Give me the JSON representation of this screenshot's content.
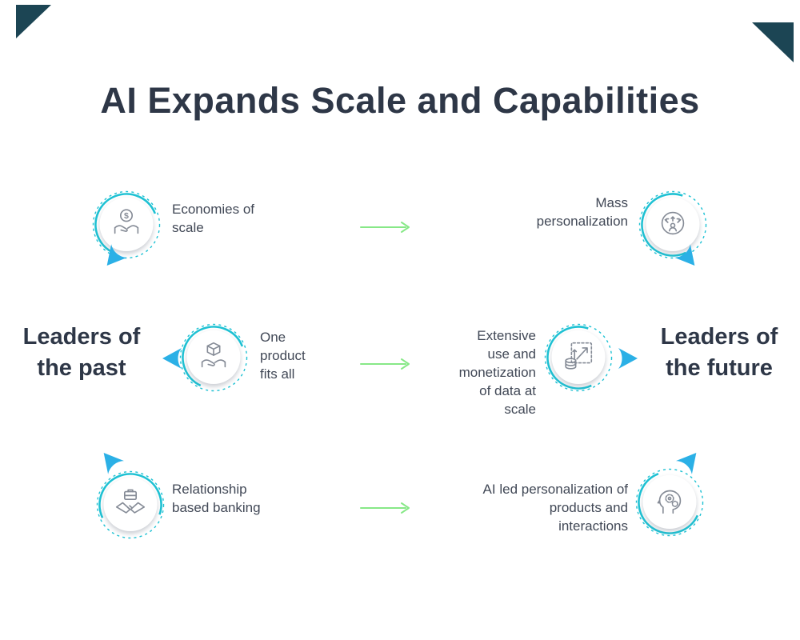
{
  "title": "AI Expands Scale and Capabilities",
  "sides": {
    "past_label": "Leaders of the past",
    "future_label": "Leaders of the future"
  },
  "rows": [
    {
      "past_text": "Economies of scale",
      "past_icon": "hands-dollar-icon",
      "future_text": "Mass personalization",
      "future_icon": "mass-personalization-icon"
    },
    {
      "past_text": "One product fits all",
      "past_icon": "hands-box-icon",
      "future_text": "Extensive use and monetization of data at scale",
      "future_icon": "data-monetization-icon"
    },
    {
      "past_text": "Relationship based banking",
      "past_icon": "handshake-briefcase-icon",
      "future_text": "AI led personalization of products and interactions",
      "future_icon": "head-gears-icon"
    }
  ],
  "colors": {
    "accent_teal": "#1ec1d3",
    "flow_arrow_blue": "#2bb0e6",
    "transform_arrow_green": "#87e887",
    "heading_navy": "#2e3747",
    "corner_dark_teal": "#1c4554",
    "icon_gray": "#858b96"
  }
}
